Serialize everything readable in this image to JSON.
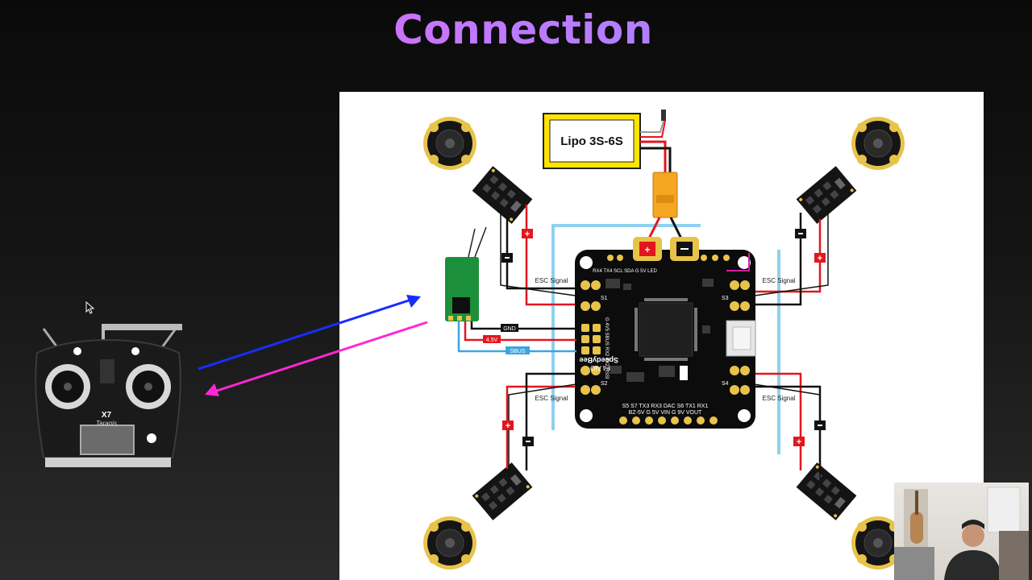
{
  "slide": {
    "title": "Connection"
  },
  "battery": {
    "label": "Lipo 3S-6S"
  },
  "esc_labels": {
    "top_left": "ESC Signal",
    "top_right": "ESC Signal",
    "bottom_left": "ESC Signal",
    "bottom_right": "ESC Signal"
  },
  "receiver_wires": {
    "ground": "GND",
    "power": "4.5V",
    "signal": "SBUS"
  },
  "fc": {
    "brand": "SpeedyBee",
    "model": "F4 AIO",
    "top_pads": "RX4 TX4   SCL SDA   G  5V  LED",
    "left_pads": "G 4V5 SBUS RX2 TX2 RSSI",
    "bottom_row_1": "S5  S7  TX3 RX3  DAC  S6  TX1  RX1",
    "bottom_row_2": "BZ-5V  G  5V   VIN  G  9V  VOUT",
    "motor_pads": {
      "s1": "S1",
      "s2": "S2",
      "s3": "S3",
      "s4": "S4"
    }
  },
  "transmitter": {
    "model": "X7",
    "brand": "Taranis"
  },
  "colors": {
    "title_gradient": [
      "#ff5cc8",
      "#c178ff",
      "#8f8cff"
    ],
    "battery_yellow": "#ffe400",
    "wire_red": "#e3161e",
    "wire_black": "#111111",
    "signal_blue": "#5bbde8",
    "sbus_blue": "#3aa7e0",
    "uplink_arrow": "#1a2cff",
    "downlink_arrow": "#ff27d6",
    "motor_yellow": "#e8c34a"
  },
  "icons": [
    "mouse-pointer-icon",
    "motor-icon",
    "esc-board-icon",
    "receiver-icon",
    "transmitter-icon",
    "webcam-presenter"
  ]
}
